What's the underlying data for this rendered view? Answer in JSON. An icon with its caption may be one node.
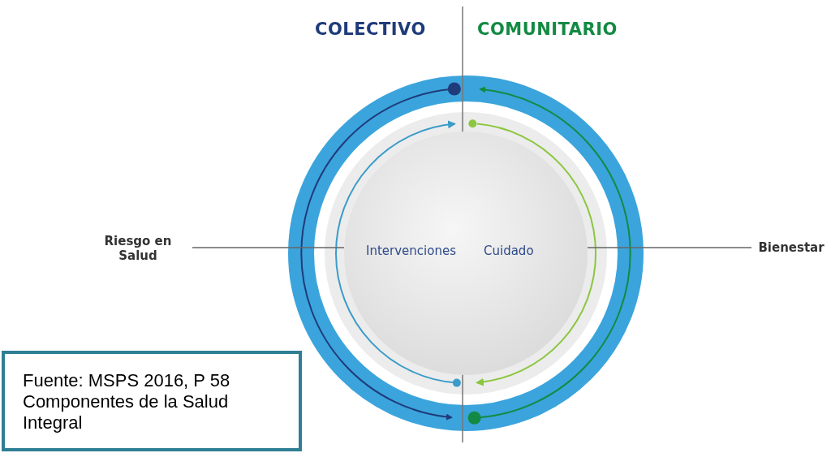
{
  "diagram": {
    "nodes": [
      {
        "text": [
          "Intervenciones",
          "Cuidado"
        ]
      },
      {
        "text": [
          "Riesgo en Salud"
        ]
      },
      {
        "text": [
          "Bienestar"
        ]
      },
      {
        "text": [
          "Fuente: MSPS 2016, P 58",
          "Componentes de la Salud Integral"
        ]
      }
    ],
    "edges": [
      {
        "from": 1,
        "to": 0,
        "arrow": "none"
      },
      {
        "from": 2,
        "to": 0,
        "arrow": "none"
      }
    ],
    "labels": [
      "COLECTIVO",
      "COMUNITARIO"
    ]
  }
}
